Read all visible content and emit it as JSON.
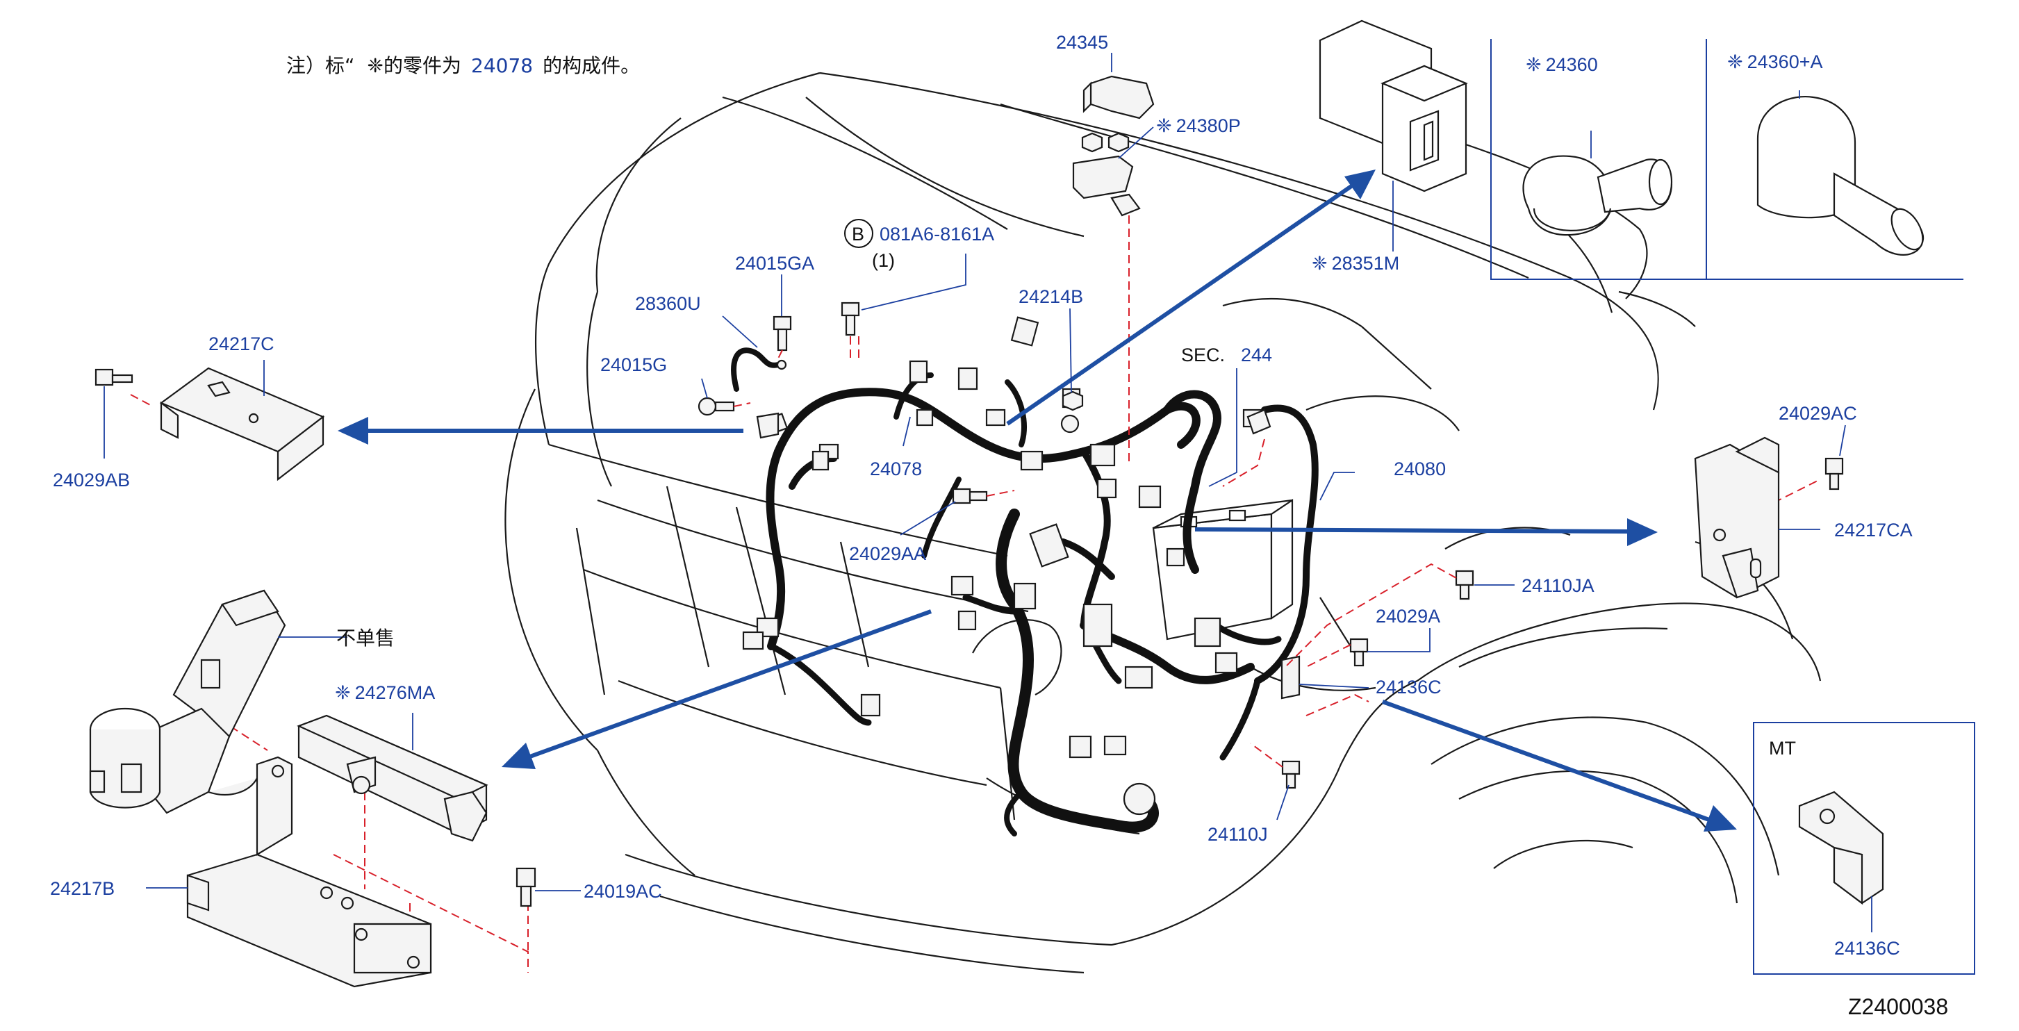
{
  "note": {
    "prefix": "注）标“",
    "symbol": "❈",
    "middle": "的零件为",
    "part": "24078",
    "suffix": "的构成件。"
  },
  "symbol": "❈",
  "labels": {
    "p24345": "24345",
    "p24380P": "24380P",
    "p28351M": "28351M",
    "p24360": "24360",
    "p24360A": "24360+A",
    "pB_circle": "B",
    "p081A6": "081A6-8161A",
    "p081A6_qty": "(1)",
    "p24015GA": "24015GA",
    "p28360U": "28360U",
    "p24214B": "24214B",
    "p24217C": "24217C",
    "p24015G": "24015G",
    "p24029AB": "24029AB",
    "p24078": "24078",
    "sec": "SEC.",
    "sec_num": "244",
    "p24080": "24080",
    "p24029AC": "24029AC",
    "p24217CA": "24217CA",
    "p24029AA": "24029AA",
    "p24110JA": "24110JA",
    "p24029A": "24029A",
    "p24136C": "24136C",
    "not_sold": "不单售",
    "p24276MA": "24276MA",
    "p24110J": "24110J",
    "p24217B": "24217B",
    "p24019AC": "24019AC",
    "mt": "MT",
    "p24136C_mt": "24136C",
    "diagram_code": "Z2400038"
  },
  "colors": {
    "label": "#1b3fa0",
    "arrow": "#1e4fa3",
    "dashed_guide": "#d8202a",
    "line_art": "#1a1a1a"
  }
}
